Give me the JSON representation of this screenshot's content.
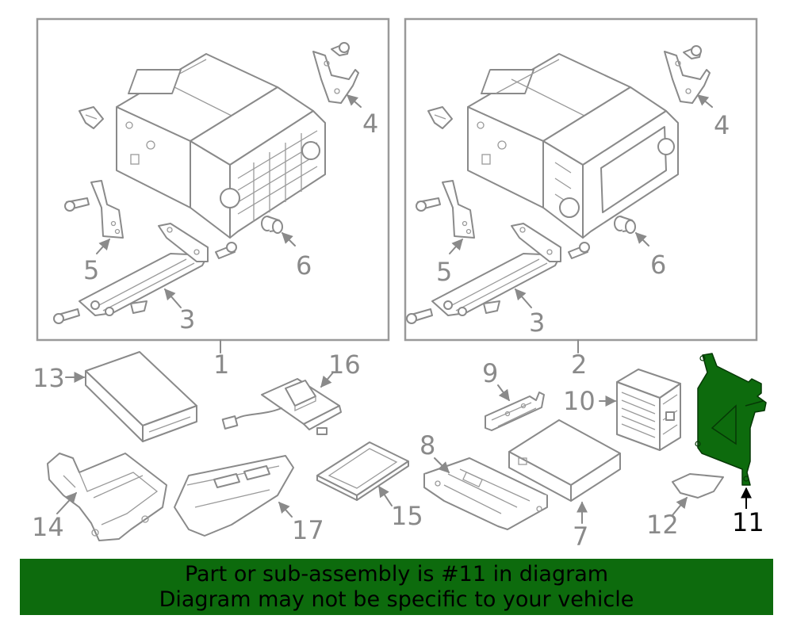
{
  "diagram": {
    "highlighted_part": "11",
    "highlight_color": "#0d6b0d",
    "callouts": {
      "c1": "1",
      "c2": "2",
      "c3a": "3",
      "c4a": "4",
      "c5a": "5",
      "c6a": "6",
      "c3b": "3",
      "c4b": "4",
      "c5b": "5",
      "c6b": "6",
      "c7": "7",
      "c8": "8",
      "c9": "9",
      "c10": "10",
      "c11": "11",
      "c12": "12",
      "c13": "13",
      "c14": "14",
      "c15": "15",
      "c16": "16",
      "c17": "17"
    }
  },
  "banner": {
    "line1": "Part or sub-assembly is #11 in diagram",
    "line2": "Diagram may not be specific to your vehicle",
    "background": "#0d6b0d"
  }
}
